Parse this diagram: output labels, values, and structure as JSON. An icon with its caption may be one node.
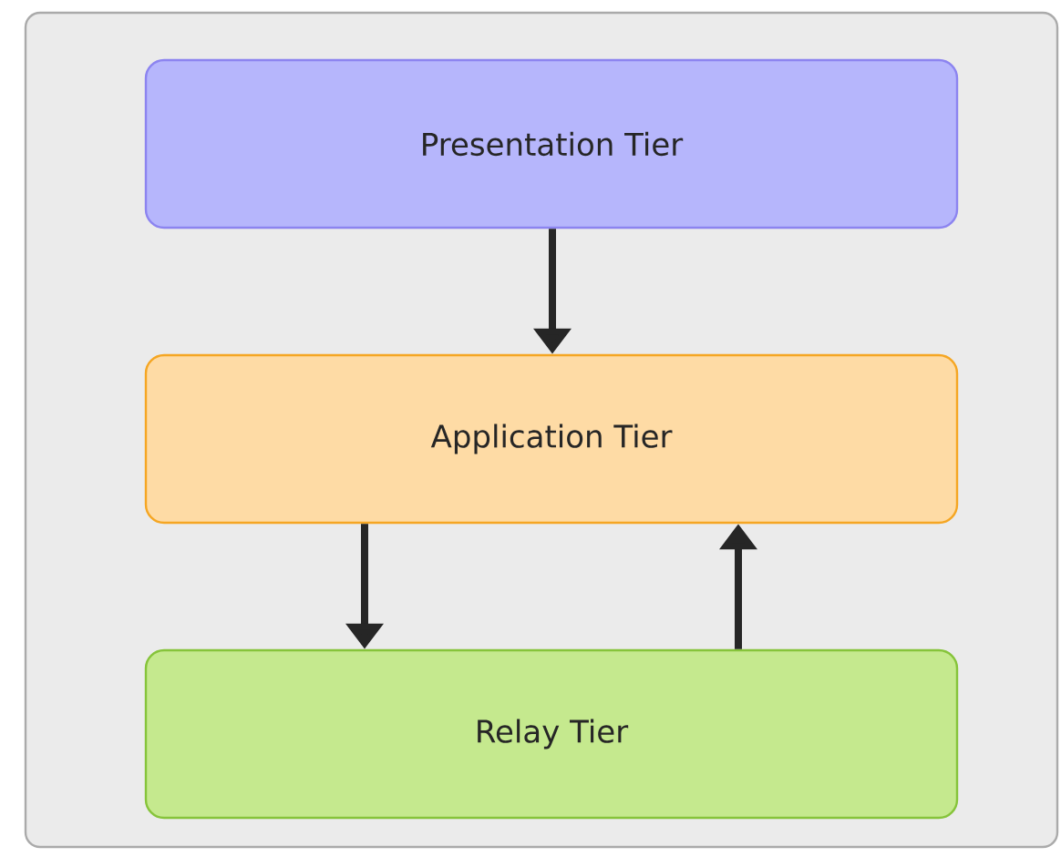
{
  "diagram": {
    "nodes": [
      {
        "text": [],
        "shape": "box"
      },
      {
        "text": [
          "Presentation Tier"
        ],
        "in": 0
      },
      {
        "text": [
          "Application Tier"
        ],
        "in": 0
      },
      {
        "text": [
          "Relay Tier"
        ],
        "in": 0
      }
    ],
    "edges": [
      {
        "from": 1,
        "to": 2,
        "arrow": "to"
      },
      {
        "from": 2,
        "to": 3,
        "arrow": "to"
      },
      {
        "from": 3,
        "to": 2,
        "arrow": "to"
      }
    ]
  }
}
